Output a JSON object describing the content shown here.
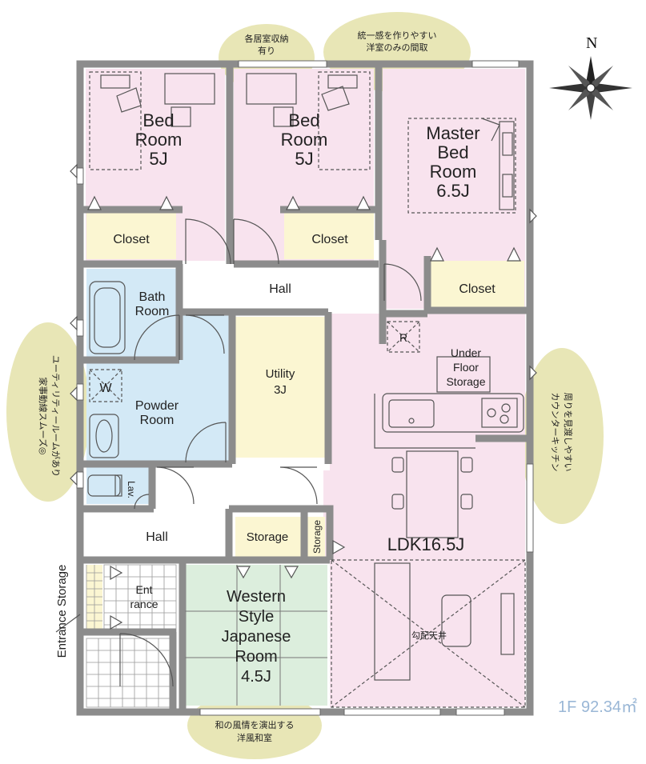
{
  "compass": {
    "north": "N"
  },
  "rooms": {
    "bed1": {
      "line1": "Bed",
      "line2": "Room",
      "line3": "5J"
    },
    "bed2": {
      "line1": "Bed",
      "line2": "Room",
      "line3": "5J"
    },
    "master": {
      "line1": "Master",
      "line2": "Bed",
      "line3": "Room",
      "line4": "6.5J"
    },
    "closet1": "Closet",
    "closet2": "Closet",
    "closet3": "Closet",
    "hall_upper": "Hall",
    "bath": {
      "line1": "Bath",
      "line2": "Room"
    },
    "utility": {
      "line1": "Utility",
      "line2": "3J"
    },
    "powder": {
      "line1": "Powder",
      "line2": "Room"
    },
    "washer": "W",
    "lav": "Lav.",
    "fridge": "R",
    "under_floor": {
      "line1": "Under",
      "line2": "Floor",
      "line3": "Storage"
    },
    "hall_lower": "Hall",
    "storage1": "Storage",
    "storage2": "Storage",
    "ldk": "LDK16.5J",
    "entrance": {
      "line1": "Ent",
      "line2": "rance"
    },
    "western": {
      "line1": "Western",
      "line2": "Style",
      "line3": "Japanese",
      "line4": "Room",
      "line5": "4.5J"
    },
    "vaulted": "勾配天井",
    "entrance_storage": "Entrance Storage"
  },
  "notes": {
    "top1": {
      "line1": "各居室収納",
      "line2": "有り"
    },
    "top2": {
      "line1": "統一感を作りやすい",
      "line2": "洋室のみの間取"
    },
    "left": {
      "line1": "ユーティリティールームがあり",
      "line2": "家事動線スムーズ◎"
    },
    "right": {
      "line1": "周りを見渡しやすい",
      "line2": "カウンターキッチン"
    },
    "bottom": {
      "line1": "和の風情を演出する",
      "line2": "洋風和室"
    }
  },
  "area": "1F 92.34㎡",
  "colors": {
    "pink": "#f8e3ee",
    "blue": "#d3e9f6",
    "yellow": "#fbf6d2",
    "green": "#dceedd",
    "wall": "#8c8c8c",
    "note": "#e8e6b6",
    "area_text": "#9ab7d6"
  }
}
